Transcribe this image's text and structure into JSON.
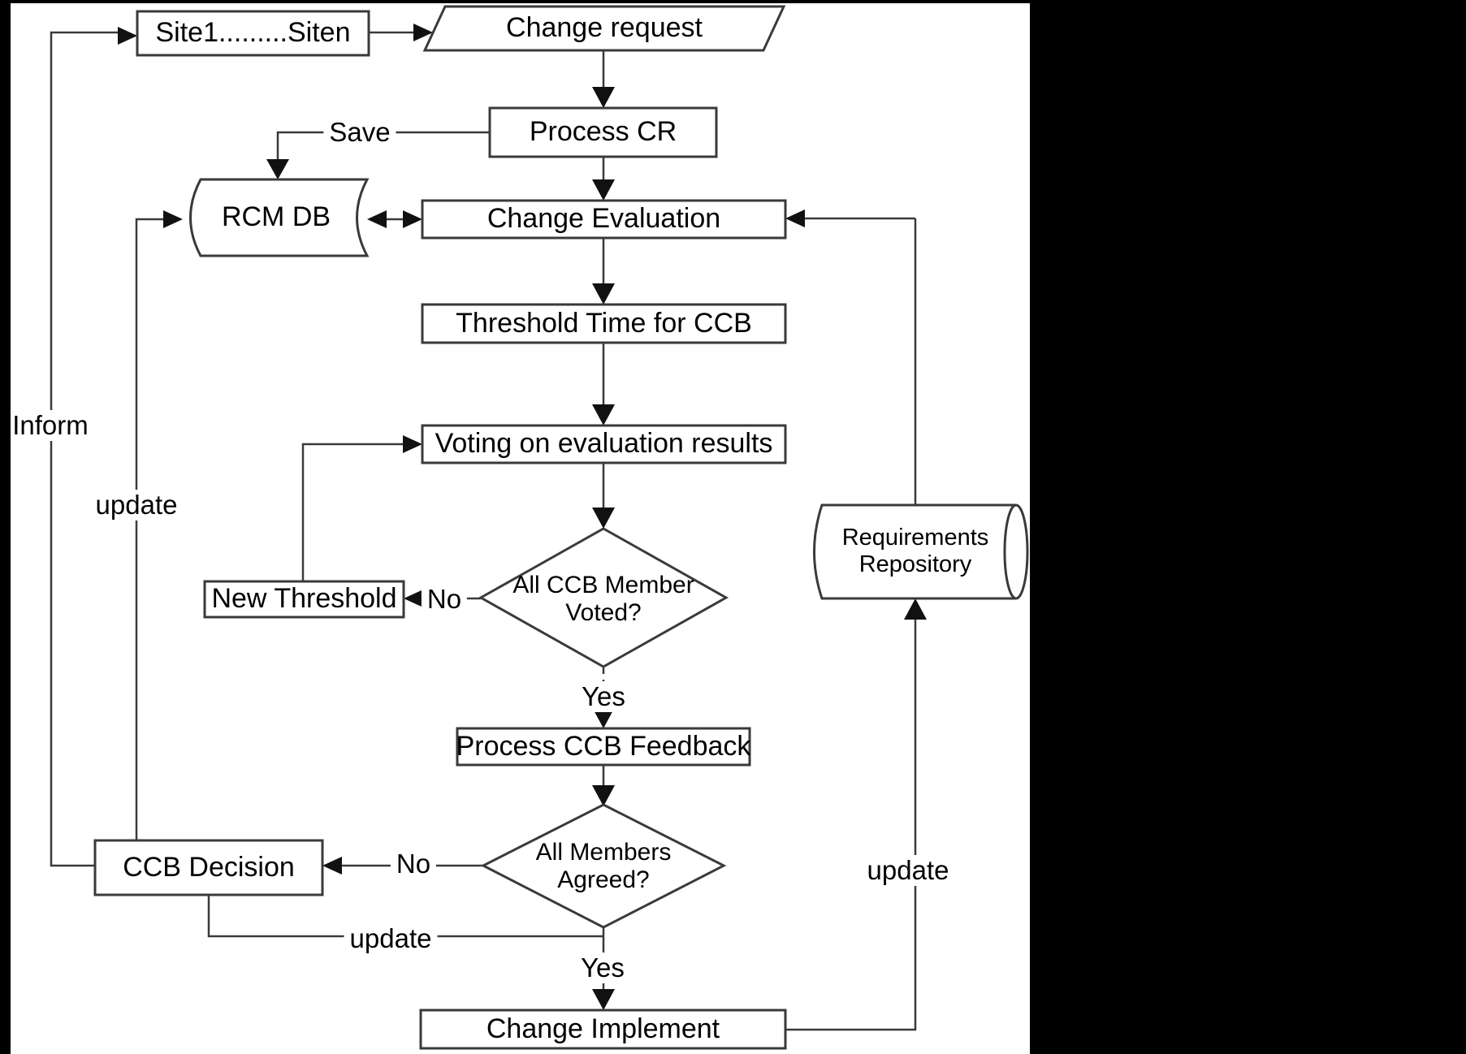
{
  "colors": {
    "line": "#3a3a3a",
    "arrow": "#111111",
    "background": "#ffffff",
    "panel": "#000000",
    "text": "#000000"
  },
  "nodes": {
    "sites": {
      "label": "Site1.........Siten"
    },
    "change_request": {
      "label": "Change request"
    },
    "process_cr": {
      "label": "Process CR"
    },
    "rcm_db": {
      "label": "RCM DB"
    },
    "change_evaluation": {
      "label": "Change Evaluation"
    },
    "threshold_time": {
      "label": "Threshold Time for CCB"
    },
    "voting": {
      "label": "Voting on evaluation results"
    },
    "all_ccb_member_voted": {
      "line1": "All CCB Member",
      "line2": "Voted?"
    },
    "new_threshold": {
      "label": "New Threshold"
    },
    "process_ccb_feedback": {
      "label": "Process CCB Feedback"
    },
    "all_members_agreed": {
      "line1": "All Members",
      "line2": "Agreed?"
    },
    "ccb_decision": {
      "label": "CCB Decision"
    },
    "change_implement": {
      "label": "Change Implement"
    },
    "requirements_repository": {
      "line1": "Requirements",
      "line2": "Repository"
    }
  },
  "edge_labels": {
    "save": "Save",
    "inform": "Inform",
    "update_left": "update",
    "no_voted": "No",
    "yes_voted": "Yes",
    "no_agreed": "No",
    "update_decision": "update",
    "yes_agreed": "Yes",
    "update_repository": "update"
  }
}
